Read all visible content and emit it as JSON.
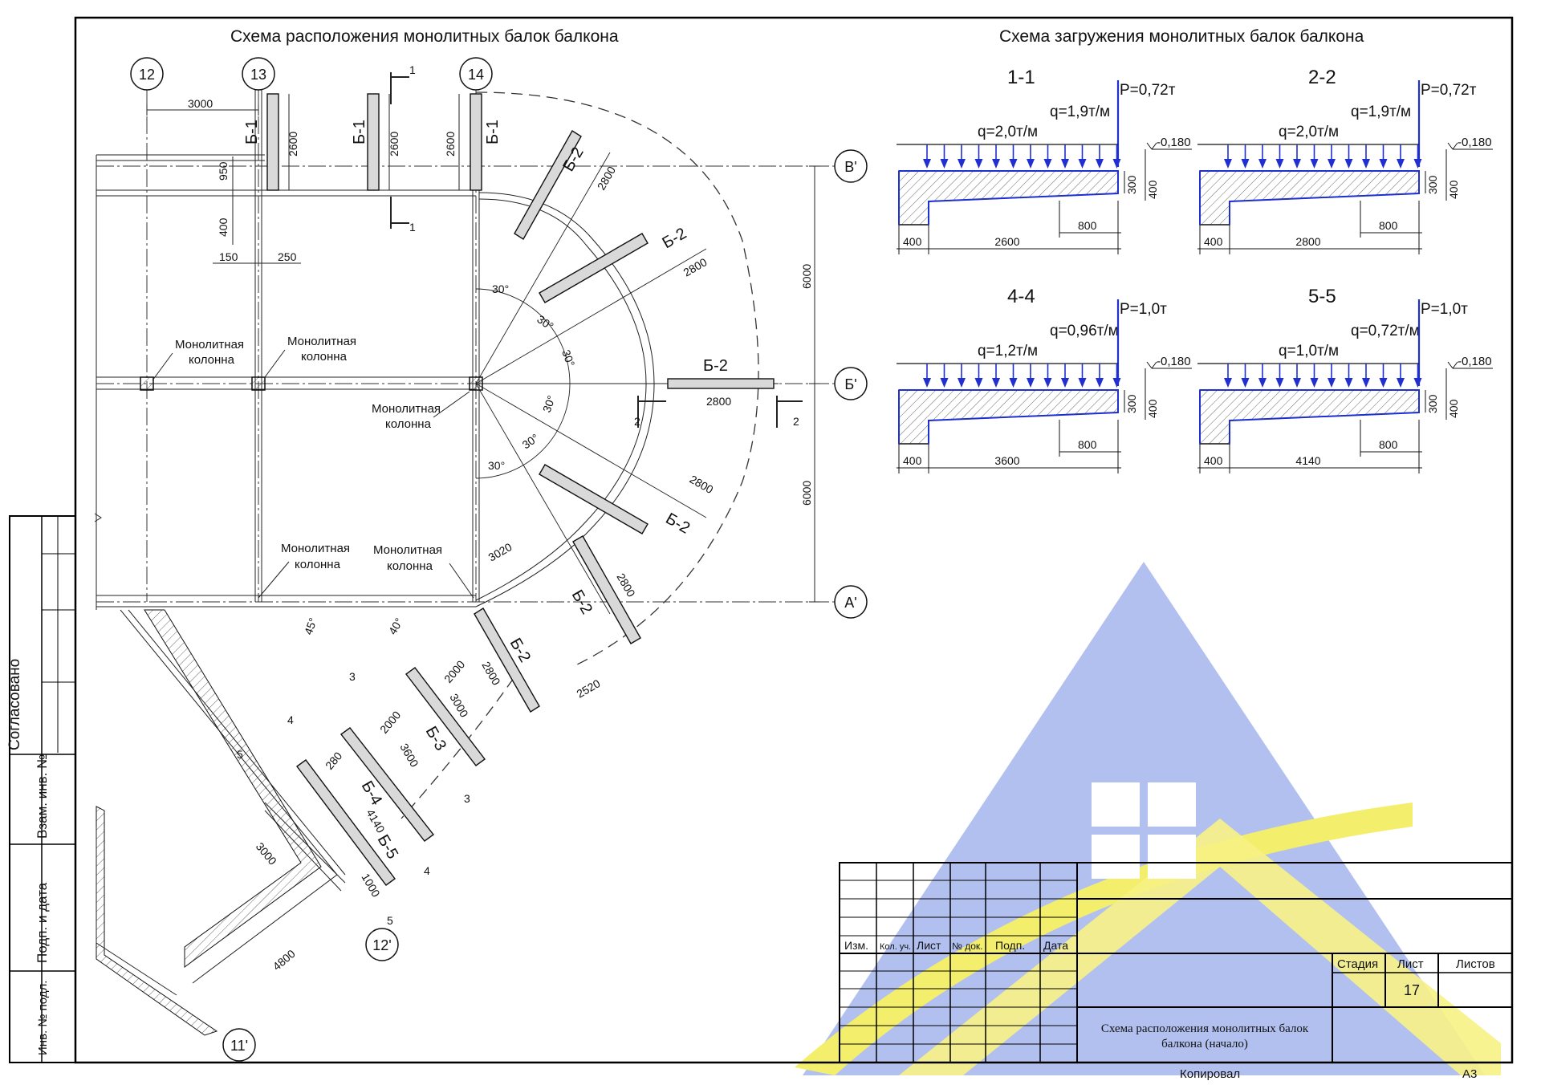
{
  "titles": {
    "plan": "Схема расположения монолитных балок балкона",
    "loads": "Схема загружения монолитных балок балкона"
  },
  "axes": {
    "a12": "12",
    "a13": "13",
    "a14": "14",
    "vp": "В'",
    "bp": "Б'",
    "ap": "А'",
    "a12p": "12'",
    "a11p": "11'"
  },
  "beams": {
    "b1": "Б-1",
    "b2": "Б-2",
    "b3": "Б-3",
    "b4": "Б-4",
    "b5": "Б-5"
  },
  "column_label": {
    "l1": "Монолитная",
    "l2": "колонна"
  },
  "dims": {
    "d3000": "3000",
    "d2600": "2600",
    "d950": "950",
    "d400": "400",
    "d150": "150",
    "d250": "250",
    "d6000": "6000",
    "d2800": "2800",
    "d3020": "3020",
    "d2520": "2520",
    "d2000": "2000",
    "d3600": "3600",
    "d280": "280",
    "d4140": "4140",
    "d1000": "1000",
    "d4800": "4800"
  },
  "angles": {
    "a30": "30°",
    "a45": "45°",
    "a40": "40°"
  },
  "cuts": {
    "c1": "1",
    "c2": "2",
    "c3": "3",
    "c4": "4",
    "c5": "5"
  },
  "sections": [
    {
      "name": "1-1",
      "P": "P=0,72т",
      "q_left": "q=2,0т/м",
      "q_right": "q=1,9т/м",
      "level": "-0,180",
      "h1": "300",
      "h2": "400",
      "d_support": "400",
      "span": "2600",
      "d_end": "800"
    },
    {
      "name": "2-2",
      "P": "P=0,72т",
      "q_left": "q=2,0т/м",
      "q_right": "q=1,9т/м",
      "level": "-0,180",
      "h1": "300",
      "h2": "400",
      "d_support": "400",
      "span": "2800",
      "d_end": "800"
    },
    {
      "name": "4-4",
      "P": "P=1,0т",
      "q_left": "q=1,2т/м",
      "q_right": "q=0,96т/м",
      "level": "-0,180",
      "h1": "300",
      "h2": "400",
      "d_support": "400",
      "span": "3600",
      "d_end": "800"
    },
    {
      "name": "5-5",
      "P": "P=1,0т",
      "q_left": "q=1,0т/м",
      "q_right": "q=0,72т/м",
      "level": "-0,180",
      "h1": "300",
      "h2": "400",
      "d_support": "400",
      "span": "4140",
      "d_end": "800"
    }
  ],
  "side_stamp": {
    "agreed": "Согласовано",
    "inv_replace": "Взам. инв. №",
    "sign_date": "Подп. и дата",
    "inv_orig": "Инв. № подл."
  },
  "title_block": {
    "izm": "Изм.",
    "kol": "Кол. уч.",
    "list": "Лист",
    "doc": "№ док.",
    "podp": "Подп.",
    "data": "Дата",
    "stage": "Стадия",
    "sheet": "Лист",
    "sheets": "Листов",
    "sheet_no": "17",
    "desc_line1": "Схема расположения монолитных балок",
    "desc_line2": "балкона (начало)",
    "copied": "Копировал",
    "format": "А3"
  },
  "colors": {
    "load_arrows": "#1f2fd0",
    "watermark_blue": "#8a9ee8",
    "watermark_yellow": "#f4ef5a"
  },
  "icons": {
    "watermark": "house-logo-watermark"
  }
}
